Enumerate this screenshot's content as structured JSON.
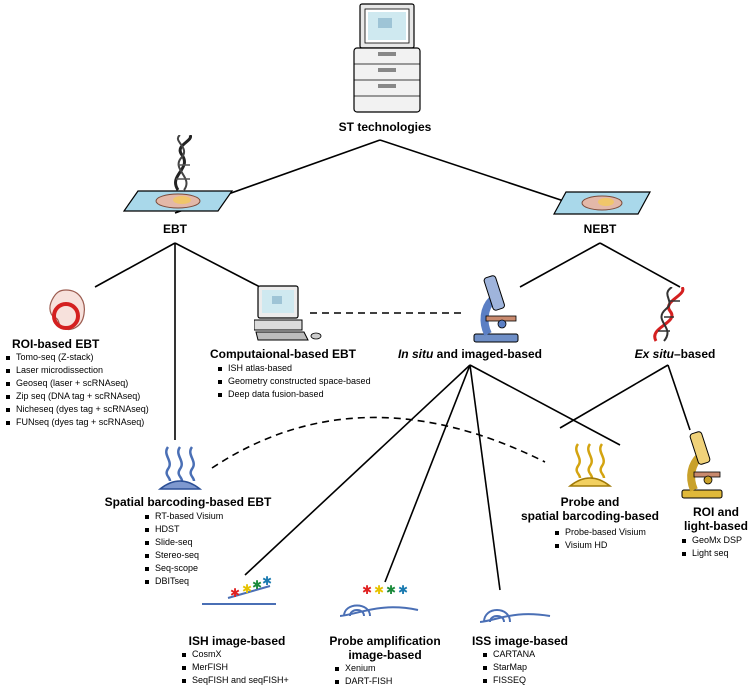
{
  "root": {
    "title": "ST technologies"
  },
  "ebt": {
    "title": "EBT",
    "roi": {
      "title": "ROI-based EBT",
      "items": [
        "Tomo-seq (Z-stack)",
        "Laser microdissection",
        "Geoseq (laser + scRNAseq)",
        "Zip seq (DNA tag + scRNAseq)",
        "Nicheseq (dyes tag + scRNAseq)",
        "FUNseq (dyes tag + scRNAseq)"
      ]
    },
    "computational": {
      "title": "Computaional-based EBT",
      "items": [
        "ISH atlas-based",
        "Geometry constructed space-based",
        "Deep data fusion-based"
      ]
    },
    "spatial": {
      "title": "Spatial barcoding-based EBT",
      "items": [
        "RT-based Visium",
        "HDST",
        "Slide-seq",
        "Stereo-seq",
        "Seq-scope",
        "DBITseq"
      ]
    }
  },
  "nebt": {
    "title": "NEBT",
    "insitu": {
      "title_em": "In situ",
      "title_rest": " and imaged-based"
    },
    "exsitu": {
      "title_em": "Ex situ",
      "title_rest": "–based"
    },
    "probe_spatial": {
      "title_line1": "Probe and",
      "title_line2": "spatial barcoding-based",
      "items": [
        "Probe-based Visium",
        "Visium HD"
      ]
    },
    "roi_light": {
      "title_line1": "ROI and",
      "title_line2": "light-based",
      "items": [
        "GeoMx DSP",
        "Light seq"
      ]
    },
    "ish": {
      "title": "ISH image-based",
      "items": [
        "CosmX",
        "MerFISH",
        "SeqFISH and seqFISH+"
      ]
    },
    "probe_amp": {
      "title_line1": "Probe amplification",
      "title_line2": "image-based",
      "items": [
        "Xenium",
        "DART-FISH"
      ]
    },
    "iss": {
      "title": "ISS image-based",
      "items": [
        "CARTANA",
        "StarMap",
        "FISSEQ"
      ]
    }
  },
  "icons": {
    "root": "sequencer-icon",
    "ebt": "tissue-slide-dna-icon",
    "nebt": "tissue-slide-icon",
    "roi_ebt": "kidney-roi-icon",
    "computational": "computer-icon",
    "insitu": "microscope-icon",
    "exsitu": "dna-strand-icon",
    "spatial_barcoding": "barcode-probe-icon",
    "probe_spatial": "barcode-probe-icon",
    "roi_light": "light-microscope-icon",
    "ish": "probe-strand-icon",
    "probe_amp": "amplification-arch-icon",
    "iss": "padlock-arch-icon"
  },
  "colors": {
    "accent_blue": "#5b7fc4",
    "dna_red": "#d42020",
    "gold": "#d4a410"
  }
}
